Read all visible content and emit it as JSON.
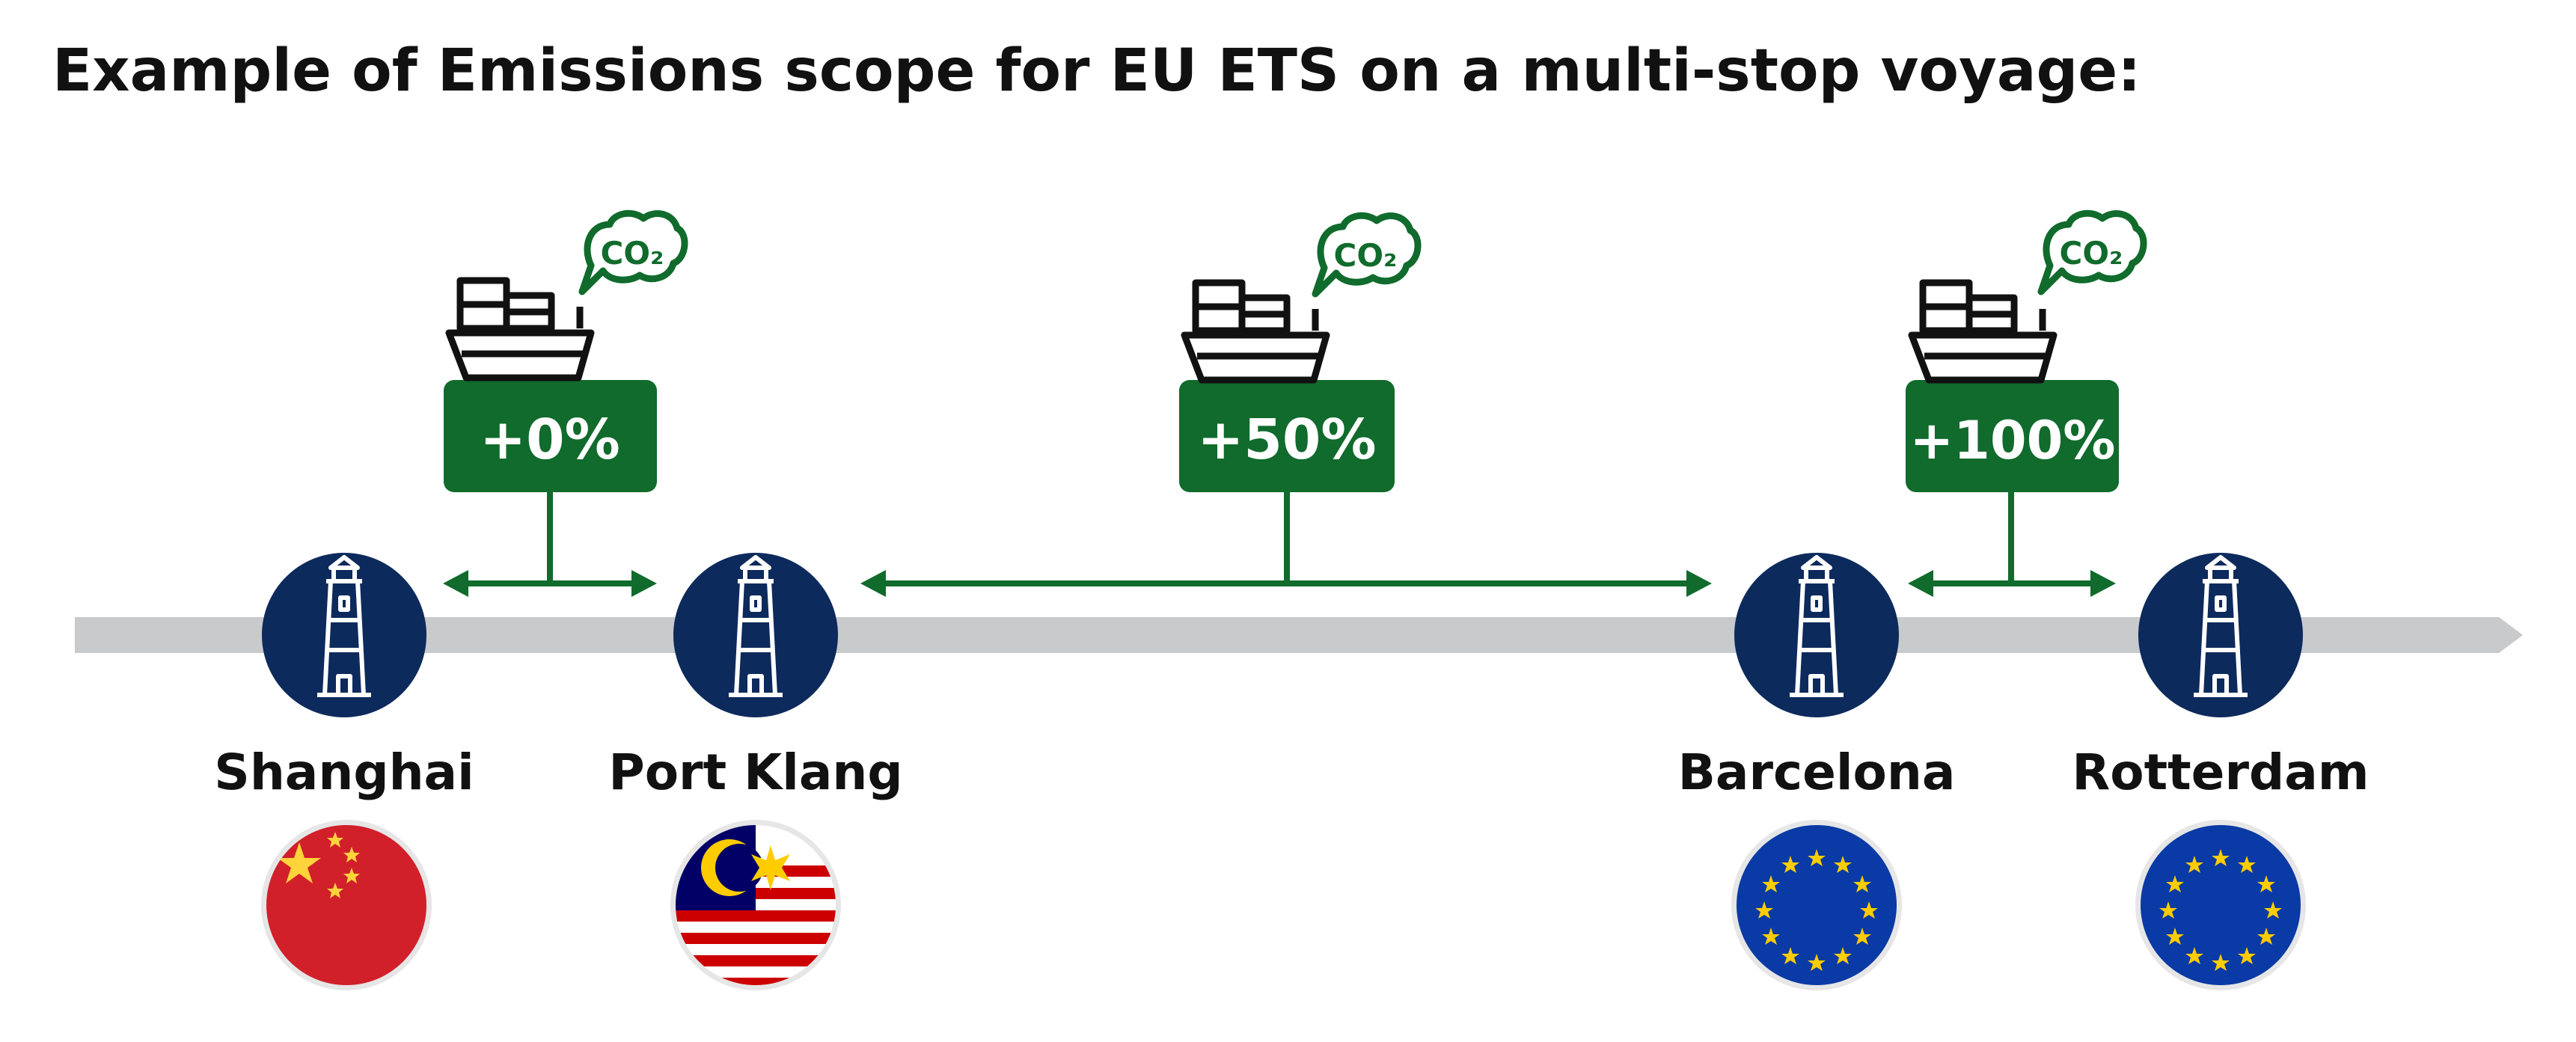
{
  "title": "Example of Emissions scope for EU ETS on a multi-stop voyage:",
  "co2_label": "CO₂",
  "legs": [
    {
      "label": "+0%",
      "from": "Shanghai",
      "to": "Port Klang"
    },
    {
      "label": "+50%",
      "from": "Port Klang",
      "to": "Barcelona"
    },
    {
      "label": "+100%",
      "from": "Barcelona",
      "to": "Rotterdam"
    }
  ],
  "ports": [
    {
      "name": "Shanghai",
      "flag": "china-flag"
    },
    {
      "name": "Port Klang",
      "flag": "malaysia-flag"
    },
    {
      "name": "Barcelona",
      "flag": "eu-flag"
    },
    {
      "name": "Rotterdam",
      "flag": "eu-flag"
    }
  ],
  "colors": {
    "green": "#106b2c",
    "navy": "#0d2a5c",
    "timeline": "#c9cacc",
    "china_red": "#d1202a",
    "eu_blue": "#0a3aa5",
    "star_yellow": "#ffcc00"
  }
}
